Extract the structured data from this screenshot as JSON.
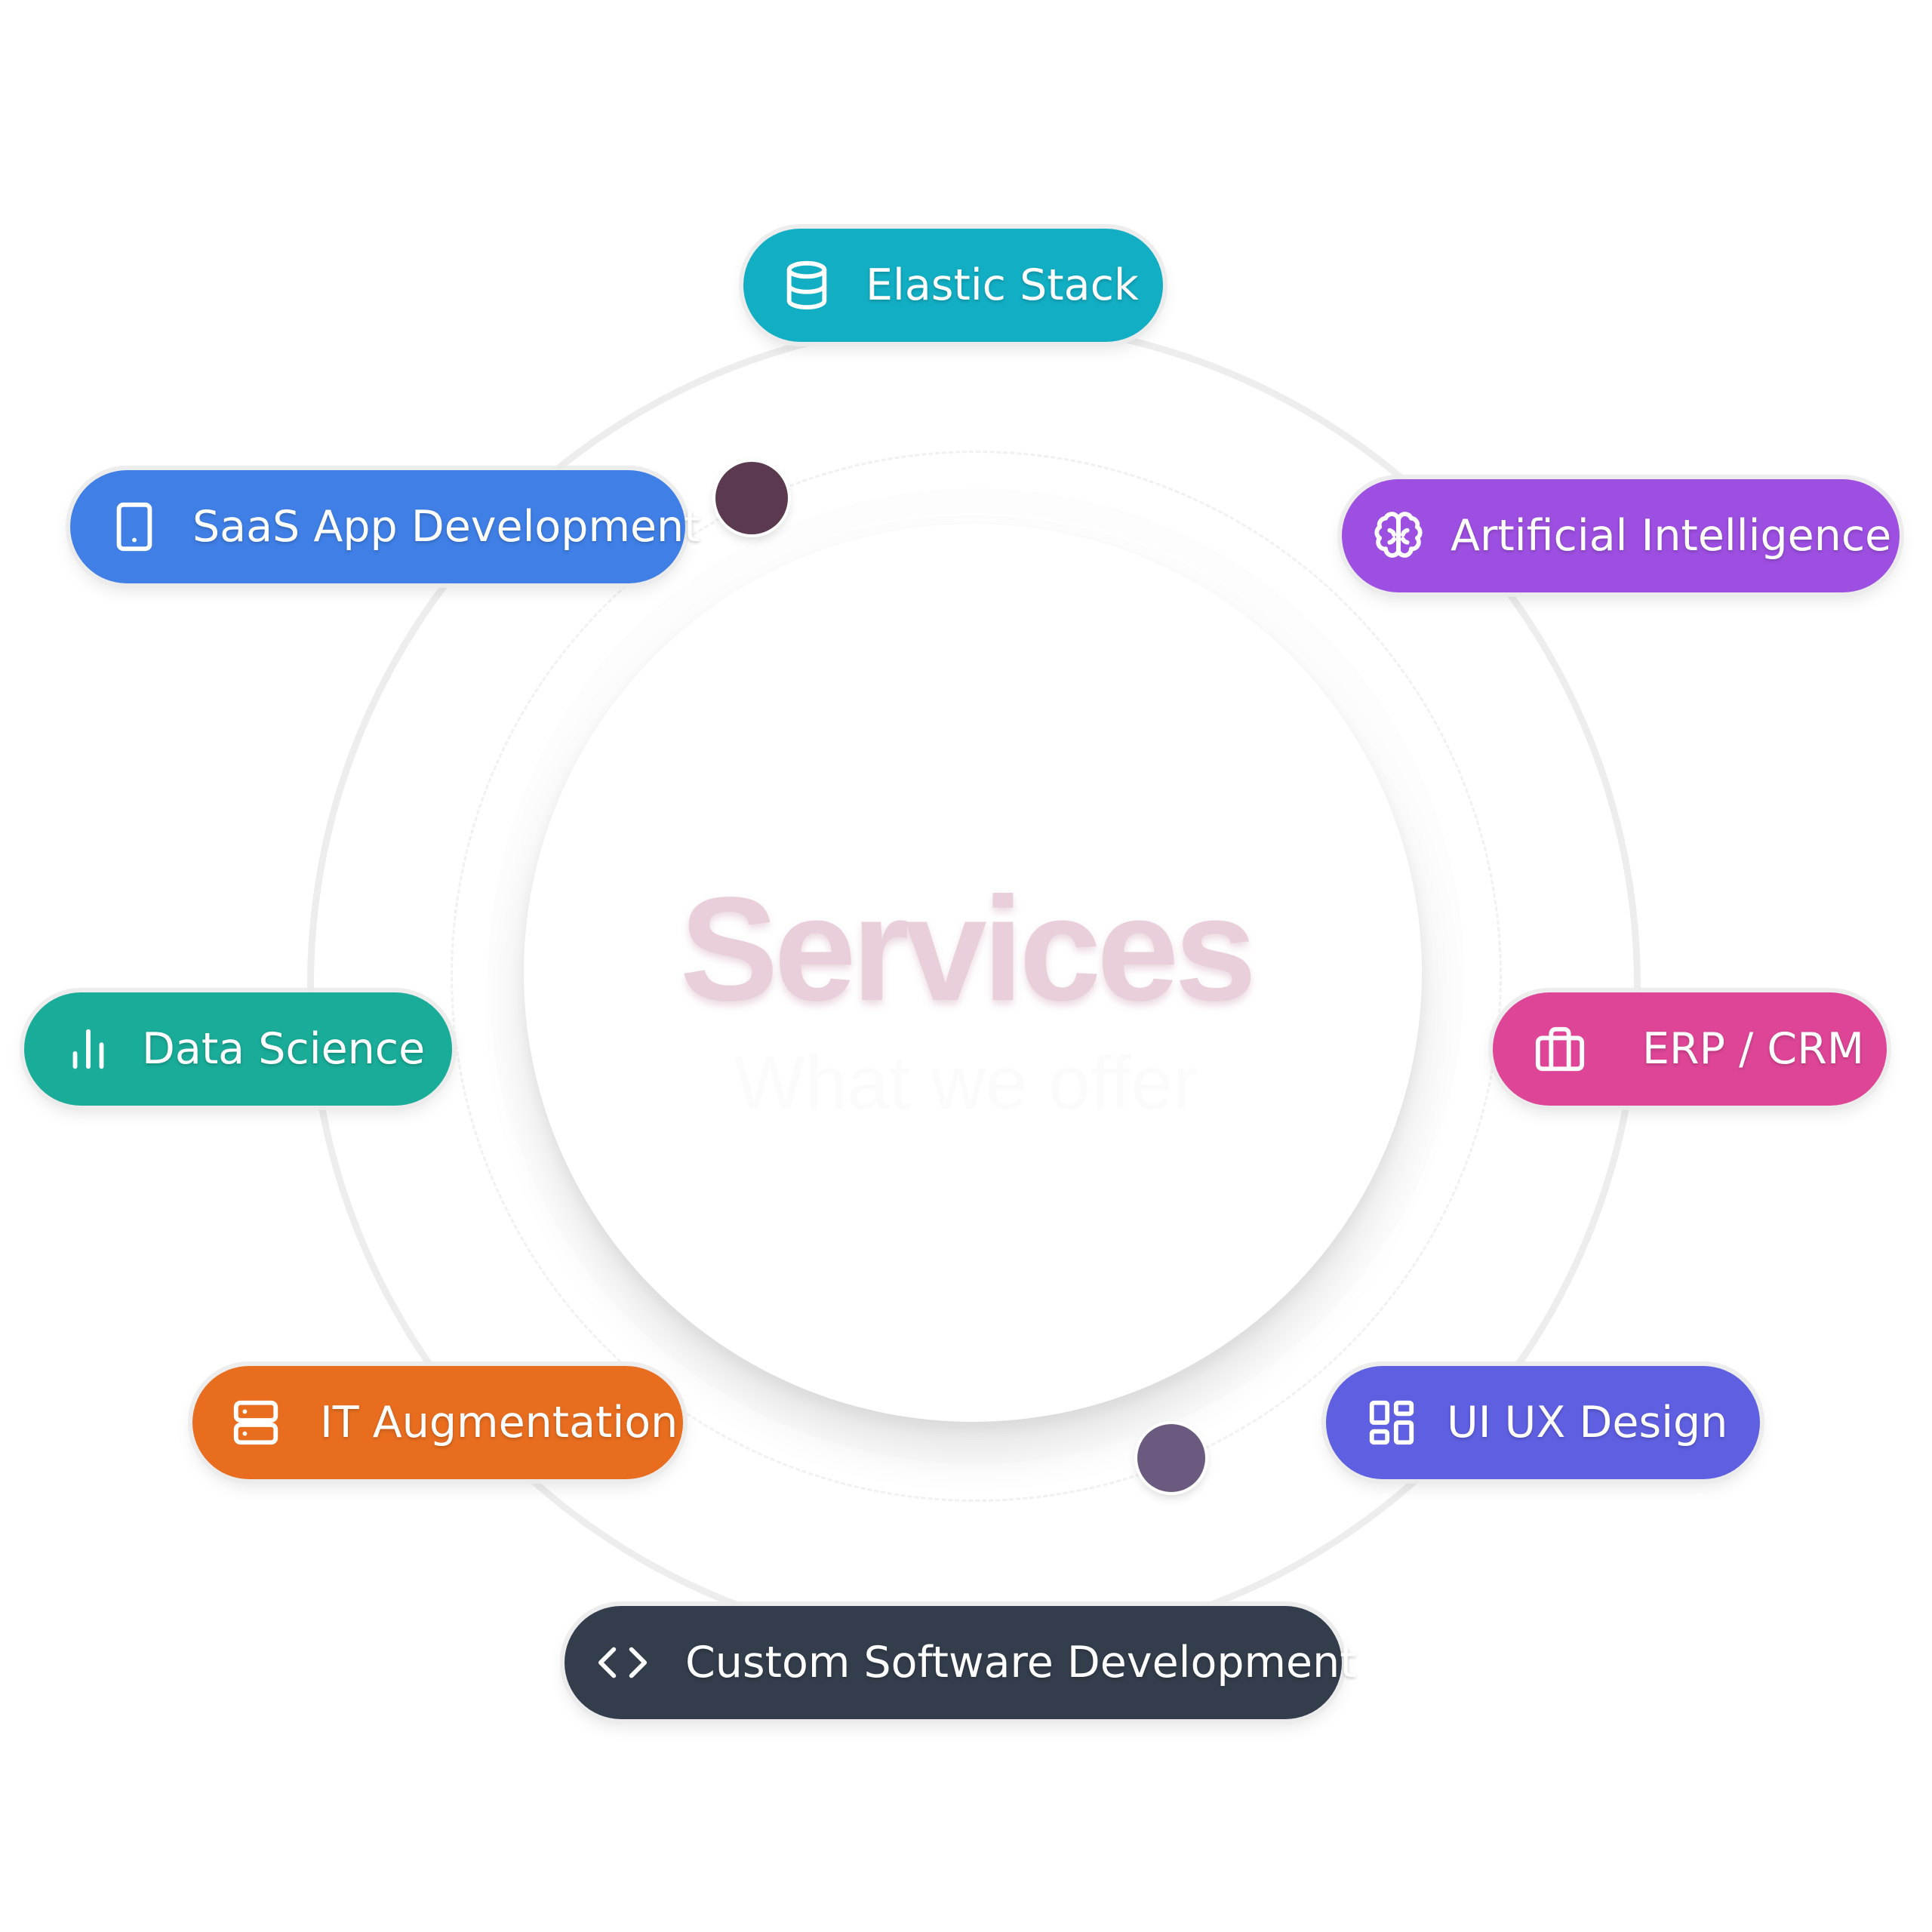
{
  "center": {
    "title": "Services",
    "subtitle": "What we offer"
  },
  "colors": {
    "elastic": "#12aec4",
    "saas": "#3f7fe6",
    "ai": "#9d4fe1",
    "data": "#19ac98",
    "erp": "#de4596",
    "it": "#e86d1f",
    "uiux": "#5f5fe2",
    "custom": "#333d4b"
  },
  "services": {
    "elastic": {
      "label": "Elastic Stack",
      "icon": "database-icon"
    },
    "saas": {
      "label": "SaaS App Development",
      "icon": "tablet-icon"
    },
    "ai": {
      "label": "Artificial Intelligence",
      "icon": "brain-icon"
    },
    "data": {
      "label": "Data Science",
      "icon": "bar-chart-icon"
    },
    "erp": {
      "label": "ERP / CRM",
      "icon": "briefcase-icon"
    },
    "it": {
      "label": "IT Augmentation",
      "icon": "server-icon"
    },
    "uiux": {
      "label": "UI UX Design",
      "icon": "grid-icon"
    },
    "custom": {
      "label": "Custom Software Development",
      "icon": "code-icon"
    }
  }
}
